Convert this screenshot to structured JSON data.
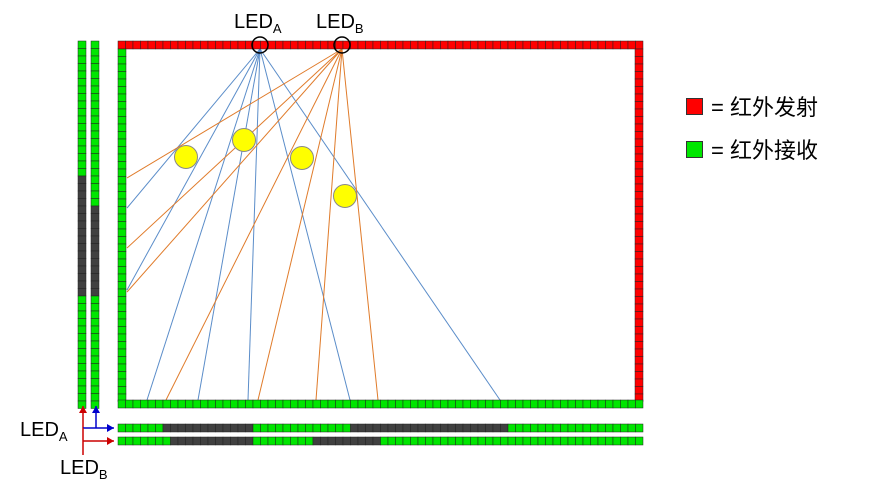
{
  "colors": {
    "emitter": "#ff0000",
    "receiver": "#00e600",
    "blocked": "#404040",
    "ray_a": "#5b8dc9",
    "ray_b": "#e07b2a",
    "obstacle": "#ffff00",
    "arrow_a": "#0000cc",
    "arrow_b": "#cc0000"
  },
  "labels": {
    "led_a_main": "LED",
    "led_a_sub": "A",
    "led_b_main": "LED",
    "led_b_sub": "B"
  },
  "legend": [
    {
      "color": "#ff0000",
      "text": "= 红外发射",
      "icon": "red-square"
    },
    {
      "color": "#00e600",
      "text": "= 红外接收",
      "icon": "green-square"
    }
  ]
}
